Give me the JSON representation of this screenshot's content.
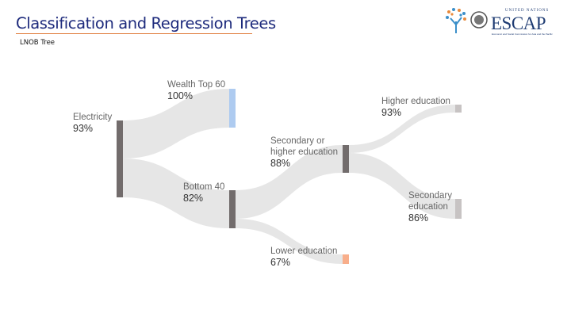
{
  "slide": {
    "title": "Classification and Regression Trees",
    "subtitle": "LNOB Tree"
  },
  "logo": {
    "org_top": "UNITED NATIONS",
    "org": "ESCAP",
    "org_sub": "Economic and Social Commission for Asia and the Pacific"
  },
  "tree": {
    "nodes": [
      {
        "id": "electricity",
        "label": "Electricity",
        "value": "93%",
        "color": "#726c6c"
      },
      {
        "id": "top60",
        "label": "Wealth Top 60",
        "value": "100%",
        "color": "#aecbf0"
      },
      {
        "id": "bottom40",
        "label": "Bottom 40",
        "value": "82%",
        "color": "#726c6c"
      },
      {
        "id": "sechigher",
        "label": "Secondary or higher education",
        "value": "88%",
        "color": "#726c6c"
      },
      {
        "id": "lower",
        "label": "Lower education",
        "value": "67%",
        "color": "#f8ae8b"
      },
      {
        "id": "higher",
        "label": "Higher education",
        "value": "93%",
        "color": "#c7c3c3"
      },
      {
        "id": "secondary",
        "label": "Secondary education",
        "value": "86%",
        "color": "#c7c3c3"
      }
    ],
    "links": [
      {
        "from": "electricity",
        "to": "top60"
      },
      {
        "from": "electricity",
        "to": "bottom40"
      },
      {
        "from": "bottom40",
        "to": "sechigher"
      },
      {
        "from": "bottom40",
        "to": "lower"
      },
      {
        "from": "sechigher",
        "to": "higher"
      },
      {
        "from": "sechigher",
        "to": "secondary"
      }
    ],
    "link_color": "#e6e6e6"
  }
}
